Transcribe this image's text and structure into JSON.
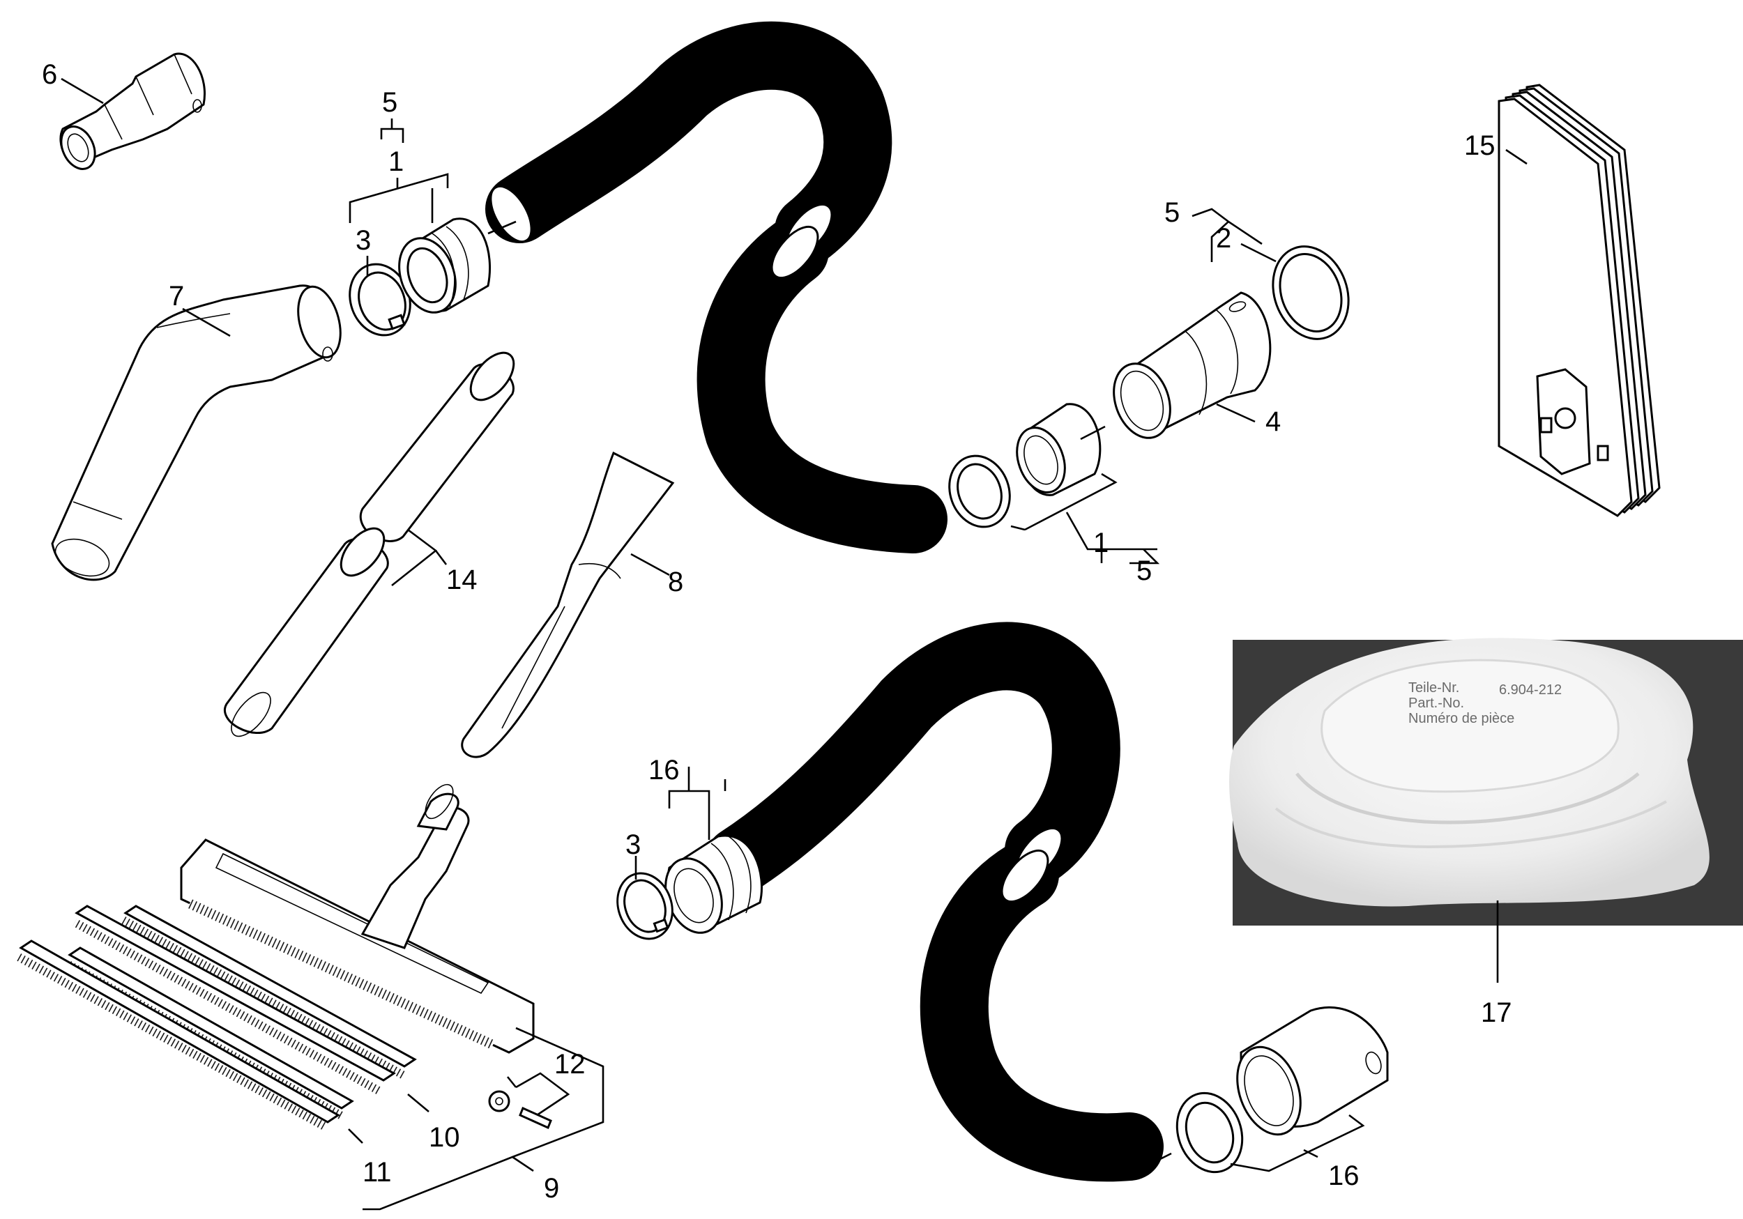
{
  "labels": {
    "l1a": "1",
    "l1b": "1",
    "l2": "2",
    "l3a": "3",
    "l3b": "3",
    "l4": "4",
    "l5a": "5",
    "l5b": "5",
    "l5c": "5",
    "l6": "6",
    "l7": "7",
    "l8": "8",
    "l9": "9",
    "l10": "10",
    "l11": "11",
    "l12": "12",
    "l14": "14",
    "l15": "15",
    "l16a": "16",
    "l16b": "16",
    "l17": "17"
  },
  "photo_text": {
    "teile_nr": "Teile-Nr.",
    "part_no": "Part.-No.",
    "numero": "Numéro de pièce",
    "number": "6.904-212"
  },
  "colors": {
    "line": "#000000",
    "photo_background": "#3a3a3a",
    "filter_fabric": "#efefef"
  }
}
